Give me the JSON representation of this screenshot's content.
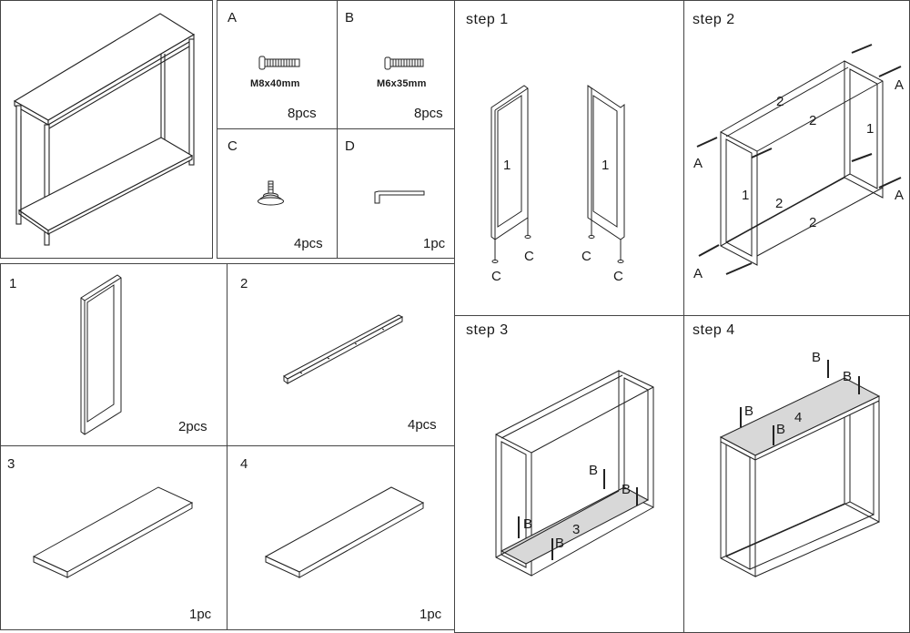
{
  "hardware": {
    "A": {
      "letter": "A",
      "size": "M8x40mm",
      "qty": "8pcs",
      "icon": "bolt-icon"
    },
    "B": {
      "letter": "B",
      "size": "M6x35mm",
      "qty": "8pcs",
      "icon": "screw-icon"
    },
    "C": {
      "letter": "C",
      "qty": "4pcs",
      "icon": "foot-pad-icon"
    },
    "D": {
      "letter": "D",
      "qty": "1pc",
      "icon": "allen-key-icon"
    }
  },
  "parts": [
    {
      "num": "1",
      "qty": "2pcs",
      "icon": "side-frame-icon"
    },
    {
      "num": "2",
      "qty": "4pcs",
      "icon": "crossbar-icon"
    },
    {
      "num": "3",
      "qty": "1pc",
      "icon": "bottom-shelf-icon"
    },
    {
      "num": "4",
      "qty": "1pc",
      "icon": "top-panel-icon"
    }
  ],
  "steps": {
    "s1": {
      "title": "step 1",
      "labels": {
        "one": "1",
        "c": "C"
      }
    },
    "s2": {
      "title": "step 2",
      "labels": {
        "one": "1",
        "two": "2",
        "a": "A"
      }
    },
    "s3": {
      "title": "step 3",
      "labels": {
        "three": "3",
        "b": "B"
      }
    },
    "s4": {
      "title": "step 4",
      "labels": {
        "four": "4",
        "b": "B"
      }
    }
  }
}
